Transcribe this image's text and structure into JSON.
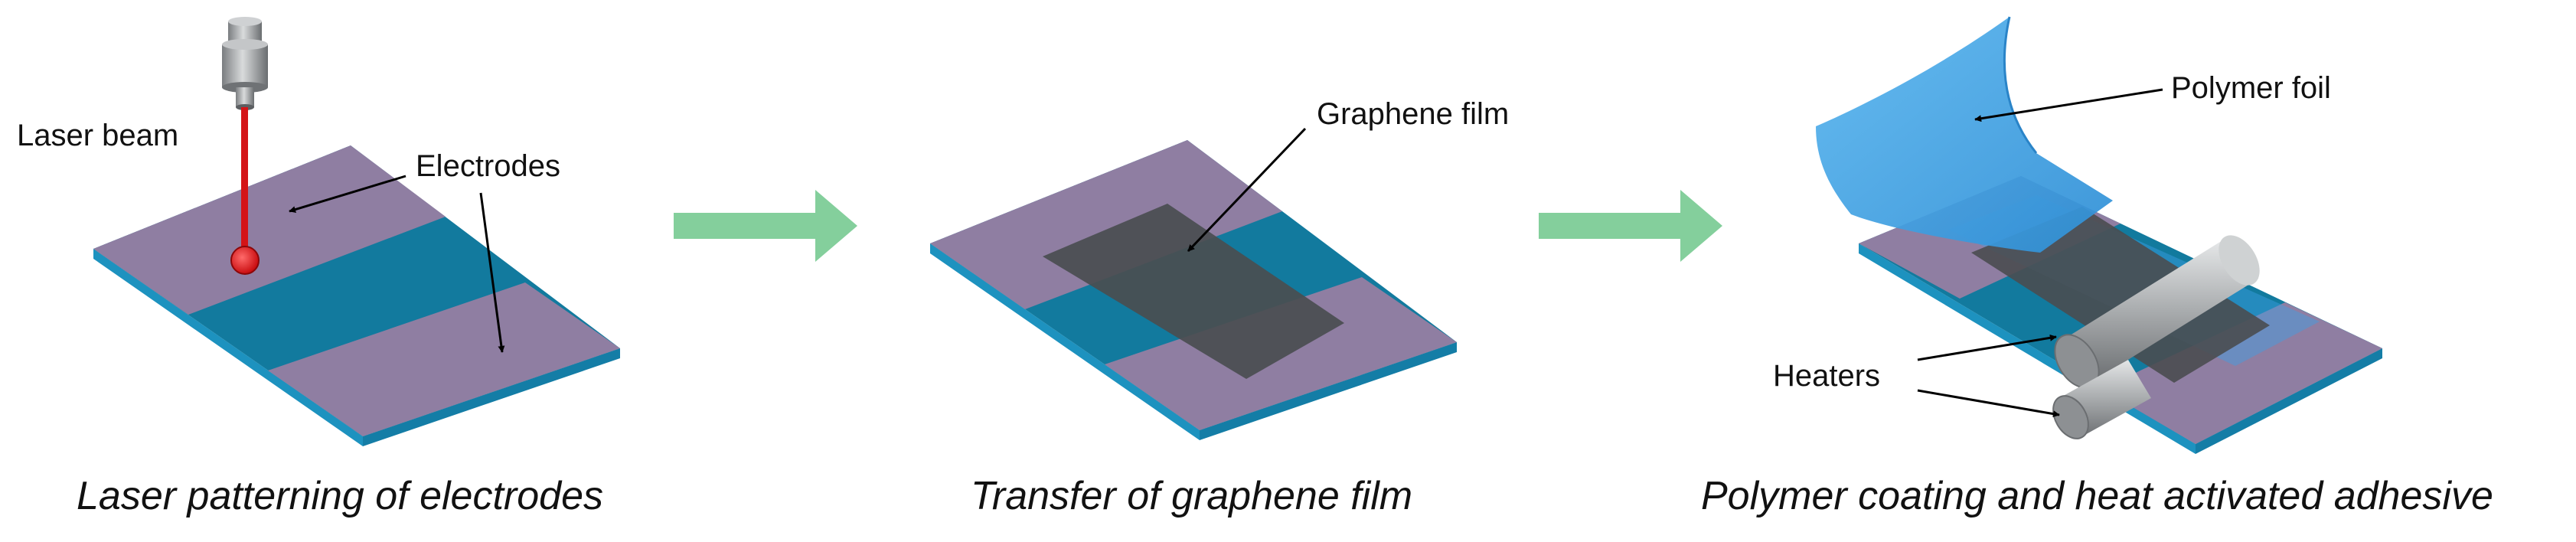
{
  "panels": [
    {
      "caption": "Laser patterning of electrodes",
      "labels": {
        "laser_beam": "Laser beam",
        "electrodes": "Electrodes"
      }
    },
    {
      "caption": "Transfer of graphene film",
      "labels": {
        "graphene_film": "Graphene film"
      }
    },
    {
      "caption": "Polymer coating and heat activated adhesive",
      "labels": {
        "polymer_foil": "Polymer foil",
        "heaters": "Heaters"
      }
    }
  ],
  "colors": {
    "electrode": "#8f7ea2",
    "substrate": "#127a9e",
    "substrate_edge": "#1d92bf",
    "graphene": "#4a4d50",
    "polymer": "#3ea0e4",
    "laser": "#d41417",
    "arrow": "#84cf9c",
    "heater": "#b8bbbd"
  }
}
